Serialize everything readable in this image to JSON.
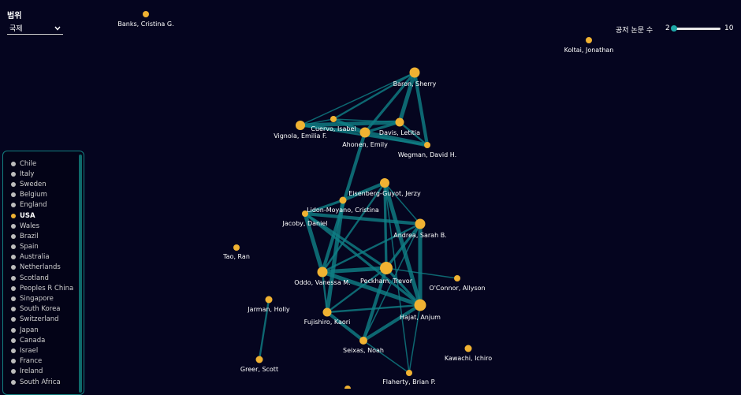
{
  "controls": {
    "scope_label": "범위",
    "scope_value": "국제",
    "coauthor_label": "공저 논문 수",
    "coauthor_min": "2",
    "coauthor_max": "10",
    "coauthor_fraction": 0.0
  },
  "countries": [
    {
      "name": "Chile",
      "active": false
    },
    {
      "name": "Italy",
      "active": false
    },
    {
      "name": "Sweden",
      "active": false
    },
    {
      "name": "Belgium",
      "active": false
    },
    {
      "name": "England",
      "active": false
    },
    {
      "name": "USA",
      "active": true
    },
    {
      "name": "Wales",
      "active": false
    },
    {
      "name": "Brazil",
      "active": false
    },
    {
      "name": "Spain",
      "active": false
    },
    {
      "name": "Australia",
      "active": false
    },
    {
      "name": "Netherlands",
      "active": false
    },
    {
      "name": "Scotland",
      "active": false
    },
    {
      "name": "Peoples R China",
      "active": false
    },
    {
      "name": "Singapore",
      "active": false
    },
    {
      "name": "South Korea",
      "active": false
    },
    {
      "name": "Switzerland",
      "active": false
    },
    {
      "name": "Japan",
      "active": false
    },
    {
      "name": "Canada",
      "active": false
    },
    {
      "name": "Israel",
      "active": false
    },
    {
      "name": "France",
      "active": false
    },
    {
      "name": "Ireland",
      "active": false
    },
    {
      "name": "South Africa",
      "active": false
    }
  ],
  "colors": {
    "node": "#f0b232",
    "edge": "#0f7f86",
    "panel_border": "#137f80",
    "background": "#05051f"
  },
  "authors": [
    "Banks, Cristina G.",
    "Koltai, Jonathan",
    "Baron, Sherry",
    "Cuervo, Isabel",
    "Vignola, Emilia F.",
    "Davis, Letitia",
    "Ahonen, Emily",
    "Wegman, David H.",
    "Eisenberg-Guyot, Jerzy",
    "Lidon-Moyano, Cristina",
    "Jacoby, Daniel",
    "Andrea, Sarah B.",
    "Tao, Ran",
    "Oddo, Vanessa M.",
    "Peckham, Trevor",
    "O'Connor, Allyson",
    "Jarman, Holly",
    "Fujishiro, Kaori",
    "Hajat, Anjum",
    "Seixas, Noah",
    "Kawachi, Ichiro",
    "Greer, Scott",
    "Flaherty, Brian P."
  ],
  "collaborations": [
    [
      "Baron, Sherry",
      "Vignola, Emilia F."
    ],
    [
      "Baron, Sherry",
      "Ahonen, Emily"
    ],
    [
      "Baron, Sherry",
      "Davis, Letitia"
    ],
    [
      "Baron, Sherry",
      "Cuervo, Isabel"
    ],
    [
      "Baron, Sherry",
      "Wegman, David H."
    ],
    [
      "Vignola, Emilia F.",
      "Cuervo, Isabel"
    ],
    [
      "Vignola, Emilia F.",
      "Ahonen, Emily"
    ],
    [
      "Vignola, Emilia F.",
      "Davis, Letitia"
    ],
    [
      "Vignola, Emilia F.",
      "Wegman, David H."
    ],
    [
      "Cuervo, Isabel",
      "Ahonen, Emily"
    ],
    [
      "Cuervo, Isabel",
      "Davis, Letitia"
    ],
    [
      "Ahonen, Emily",
      "Davis, Letitia"
    ],
    [
      "Ahonen, Emily",
      "Wegman, David H."
    ],
    [
      "Davis, Letitia",
      "Wegman, David H."
    ],
    [
      "Ahonen, Emily",
      "Oddo, Vanessa M."
    ],
    [
      "Eisenberg-Guyot, Jerzy",
      "Andrea, Sarah B."
    ],
    [
      "Eisenberg-Guyot, Jerzy",
      "Peckham, Trevor"
    ],
    [
      "Eisenberg-Guyot, Jerzy",
      "Hajat, Anjum"
    ],
    [
      "Eisenberg-Guyot, Jerzy",
      "Oddo, Vanessa M."
    ],
    [
      "Eisenberg-Guyot, Jerzy",
      "Lidon-Moyano, Cristina"
    ],
    [
      "Eisenberg-Guyot, Jerzy",
      "Flaherty, Brian P."
    ],
    [
      "Andrea, Sarah B.",
      "Peckham, Trevor"
    ],
    [
      "Andrea, Sarah B.",
      "Hajat, Anjum"
    ],
    [
      "Andrea, Sarah B.",
      "Oddo, Vanessa M."
    ],
    [
      "Andrea, Sarah B.",
      "Jacoby, Daniel"
    ],
    [
      "Andrea, Sarah B.",
      "Seixas, Noah"
    ],
    [
      "Peckham, Trevor",
      "Hajat, Anjum"
    ],
    [
      "Peckham, Trevor",
      "Oddo, Vanessa M."
    ],
    [
      "Peckham, Trevor",
      "Fujishiro, Kaori"
    ],
    [
      "Peckham, Trevor",
      "Seixas, Noah"
    ],
    [
      "Peckham, Trevor",
      "O'Connor, Allyson"
    ],
    [
      "Peckham, Trevor",
      "Jacoby, Daniel"
    ],
    [
      "Hajat, Anjum",
      "Oddo, Vanessa M."
    ],
    [
      "Hajat, Anjum",
      "Fujishiro, Kaori"
    ],
    [
      "Hajat, Anjum",
      "Seixas, Noah"
    ],
    [
      "Hajat, Anjum",
      "Flaherty, Brian P."
    ],
    [
      "Hajat, Anjum",
      "Jacoby, Daniel"
    ],
    [
      "Oddo, Vanessa M.",
      "Jacoby, Daniel"
    ],
    [
      "Oddo, Vanessa M.",
      "Fujishiro, Kaori"
    ],
    [
      "Fujishiro, Kaori",
      "Seixas, Noah"
    ],
    [
      "Seixas, Noah",
      "Flaherty, Brian P."
    ],
    [
      "Lidon-Moyano, Cristina",
      "Jacoby, Daniel"
    ],
    [
      "Lidon-Moyano, Cristina",
      "Fujishiro, Kaori"
    ],
    [
      "Jarman, Holly",
      "Greer, Scott"
    ]
  ]
}
